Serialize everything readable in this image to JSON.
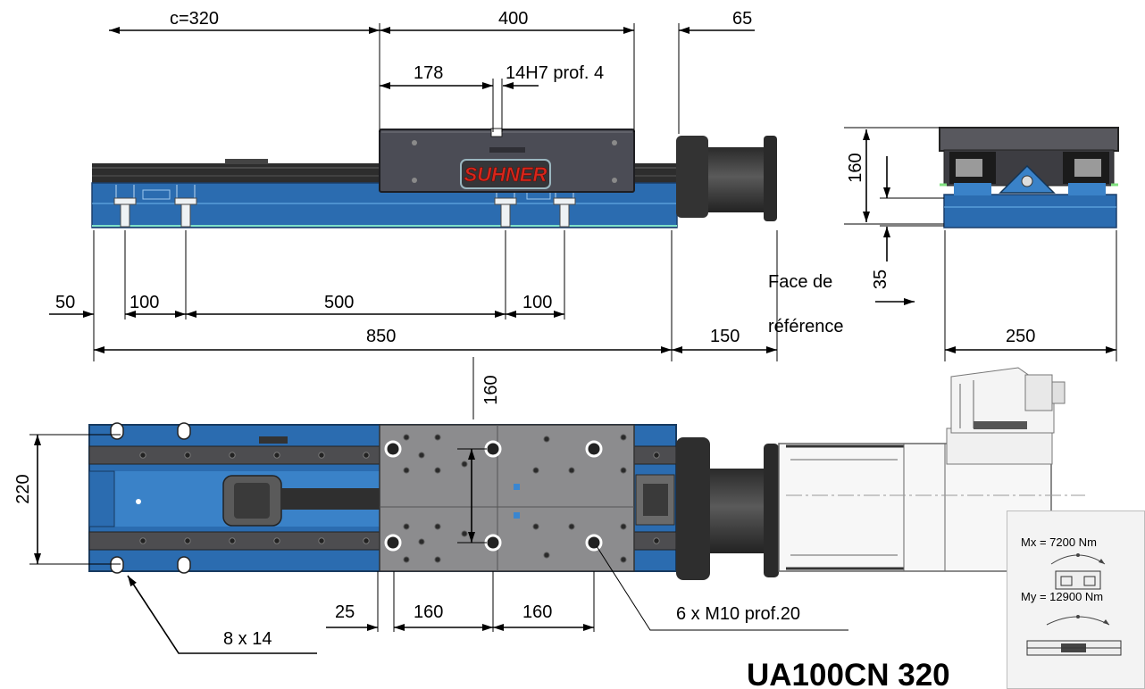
{
  "title": "UA100CN 320",
  "logo": "SUHNER",
  "side_view": {
    "c_dim": "c=320",
    "stroke_dim": "400",
    "end_dim": "65",
    "offset_dim": "178",
    "bore_note": "14H7 prof. 4",
    "d50": "50",
    "d100_left": "100",
    "d500": "500",
    "d100_right": "100",
    "d850": "850",
    "d150": "150"
  },
  "end_view": {
    "height_dim": "160",
    "base_dim": "35",
    "width_dim": "250",
    "reference_label": [
      "Face de",
      "référence"
    ]
  },
  "top_view": {
    "plate_dim": "160",
    "body_width_dim": "220",
    "d25": "25",
    "pitch_left": "160",
    "pitch_right": "160",
    "holes_note": "6 x M10 prof.20",
    "slots_note": "8 x 14"
  },
  "moments": {
    "mx": "Mx = 7200 Nm",
    "my": "My = 12900 Nm"
  },
  "colors": {
    "body_blue": "#2b6cb0",
    "logo_red": "#d8261b",
    "carriage_grey": "#4b4c55"
  }
}
